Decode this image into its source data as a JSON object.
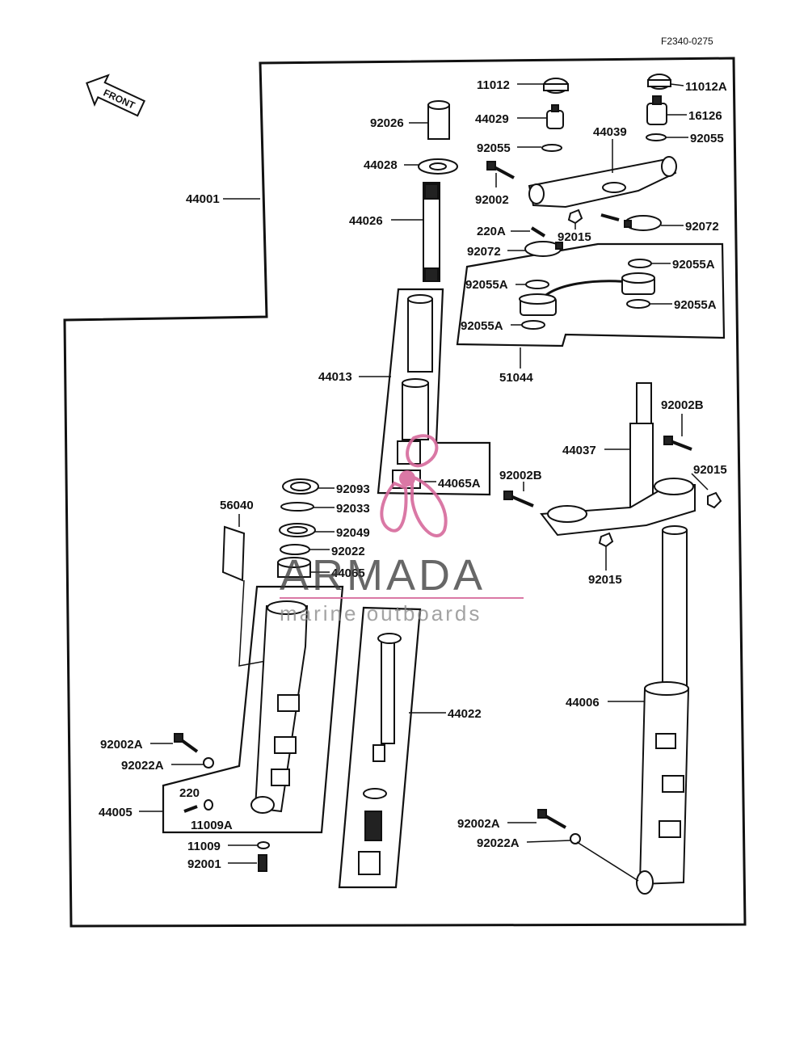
{
  "diagram_code": "F2340-0275",
  "front_label": "FRONT",
  "watermark": {
    "brand": "ARMADA",
    "tagline": "marine outboards",
    "accent_color": "#d66a9c"
  },
  "labels": {
    "p11012": "11012",
    "p11012A": "11012A",
    "p92026": "92026",
    "p44029": "44029",
    "p16126": "16126",
    "p44039": "44039",
    "p92055_left": "92055",
    "p92055_right": "92055",
    "p44028": "44028",
    "p44001": "44001",
    "p92002": "92002",
    "p44026": "44026",
    "p220A": "220A",
    "p92015_top": "92015",
    "p92072_right": "92072",
    "p92072_left": "92072",
    "p92055A_tr": "92055A",
    "p92055A_l1": "92055A",
    "p92055A_r2": "92055A",
    "p92055A_l2": "92055A",
    "p51044": "51044",
    "p44013": "44013",
    "p92002B_r": "92002B",
    "p44037": "44037",
    "p92015_r": "92015",
    "p92002B_l": "92002B",
    "p44065A": "44065A",
    "p92093": "92093",
    "p56040": "56040",
    "p92033": "92033",
    "p92049": "92049",
    "p92022": "92022",
    "p44065": "44065",
    "p92015_mid": "92015",
    "p44022": "44022",
    "p44006": "44006",
    "p92002A_l": "92002A",
    "p92022A_l": "92022A",
    "p220": "220",
    "p44005": "44005",
    "p11009A": "11009A",
    "p11009": "11009",
    "p92001": "92001",
    "p92002A_r": "92002A",
    "p92022A_r": "92022A"
  }
}
